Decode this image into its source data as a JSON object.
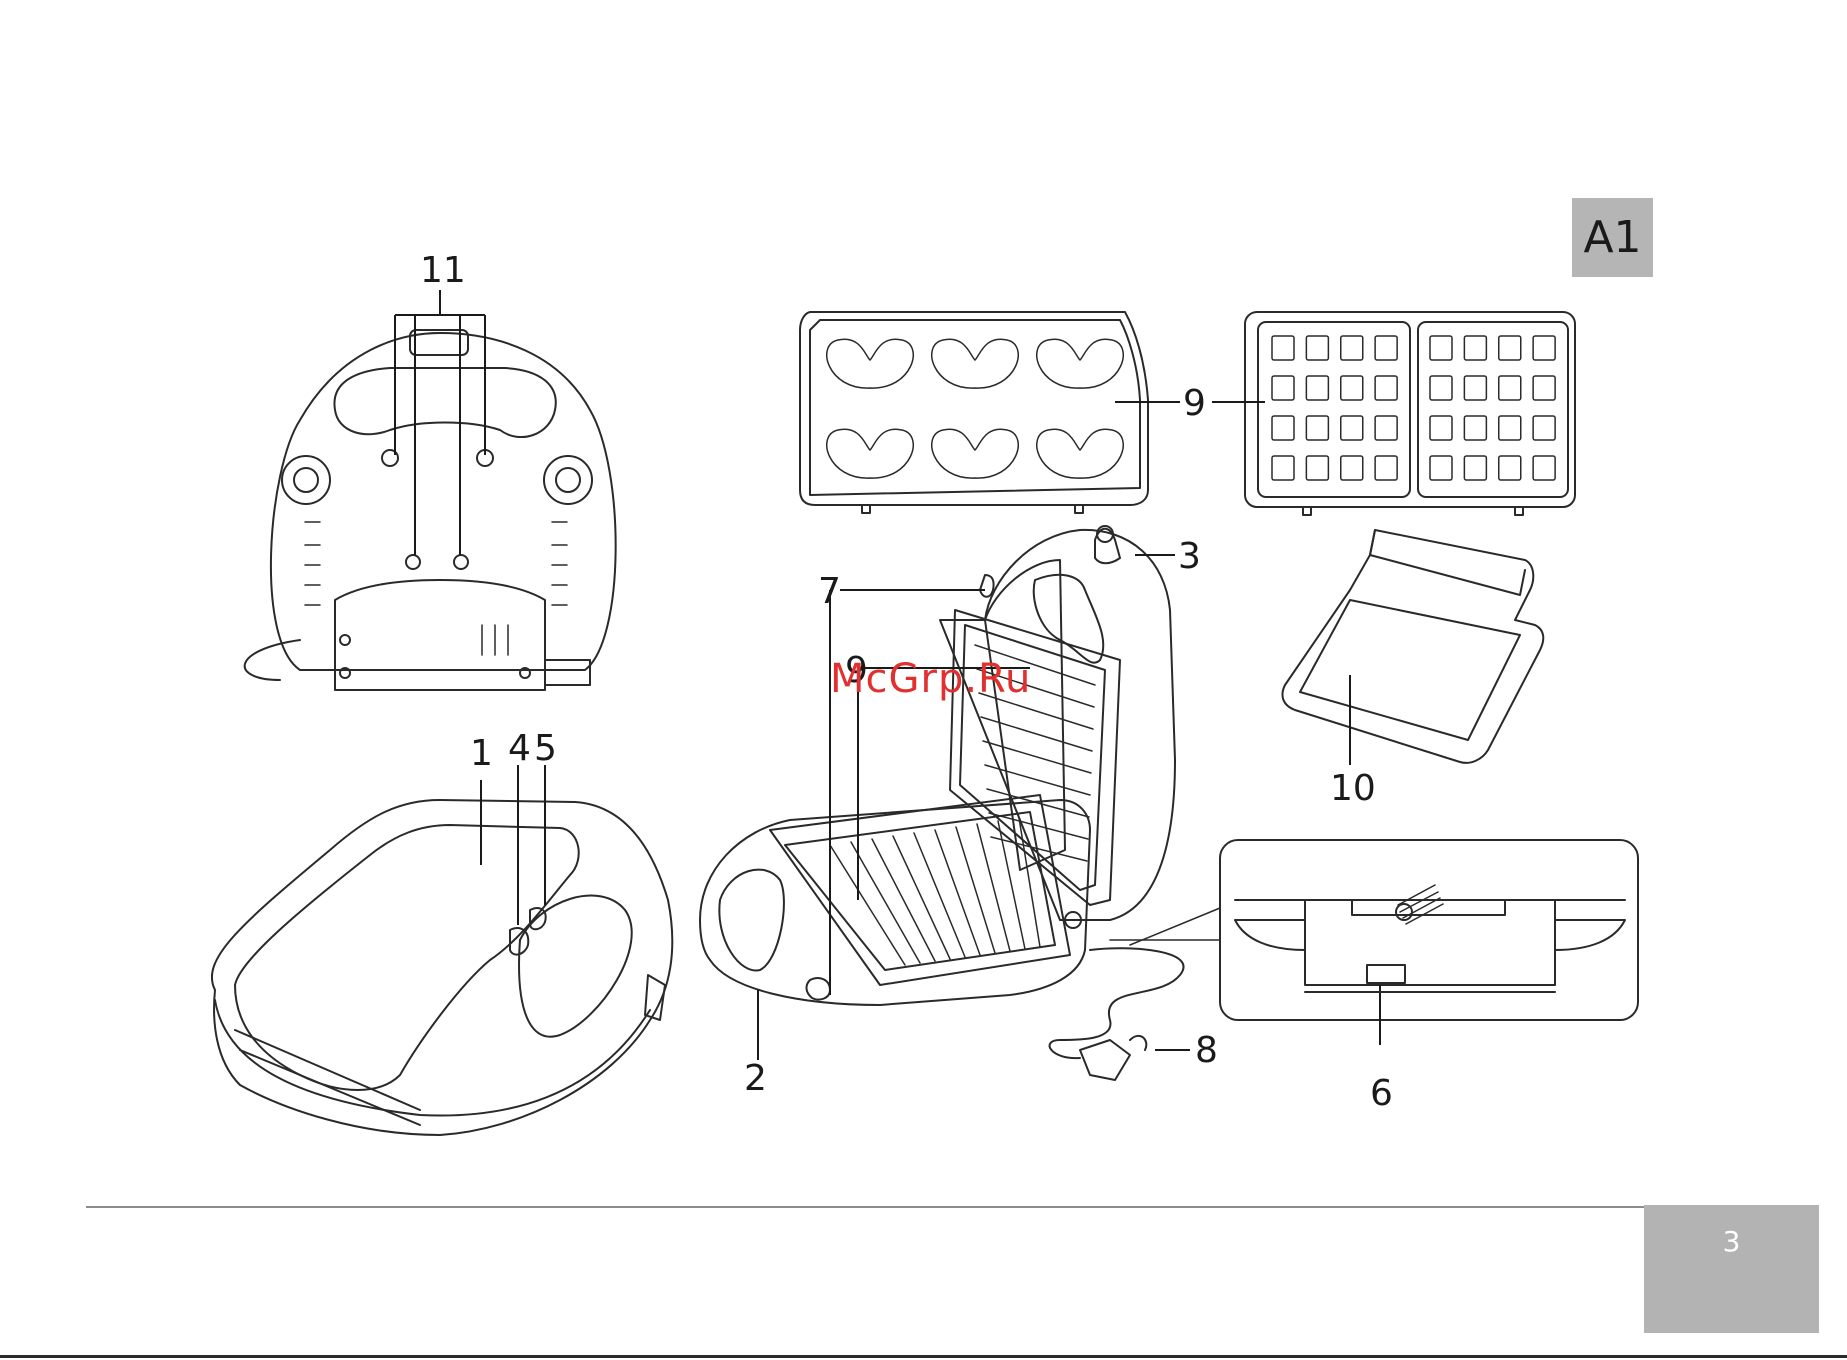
{
  "section_tag": "A1",
  "page_number": "3",
  "watermark": "McGrp.Ru",
  "callouts": {
    "c1": "1",
    "c2": "2",
    "c3": "3",
    "c4": "4",
    "c5": "5",
    "c6": "6",
    "c7": "7",
    "c8": "8",
    "c9_plates": "9",
    "c9_grill": "9",
    "c10": "10",
    "c11": "11"
  }
}
